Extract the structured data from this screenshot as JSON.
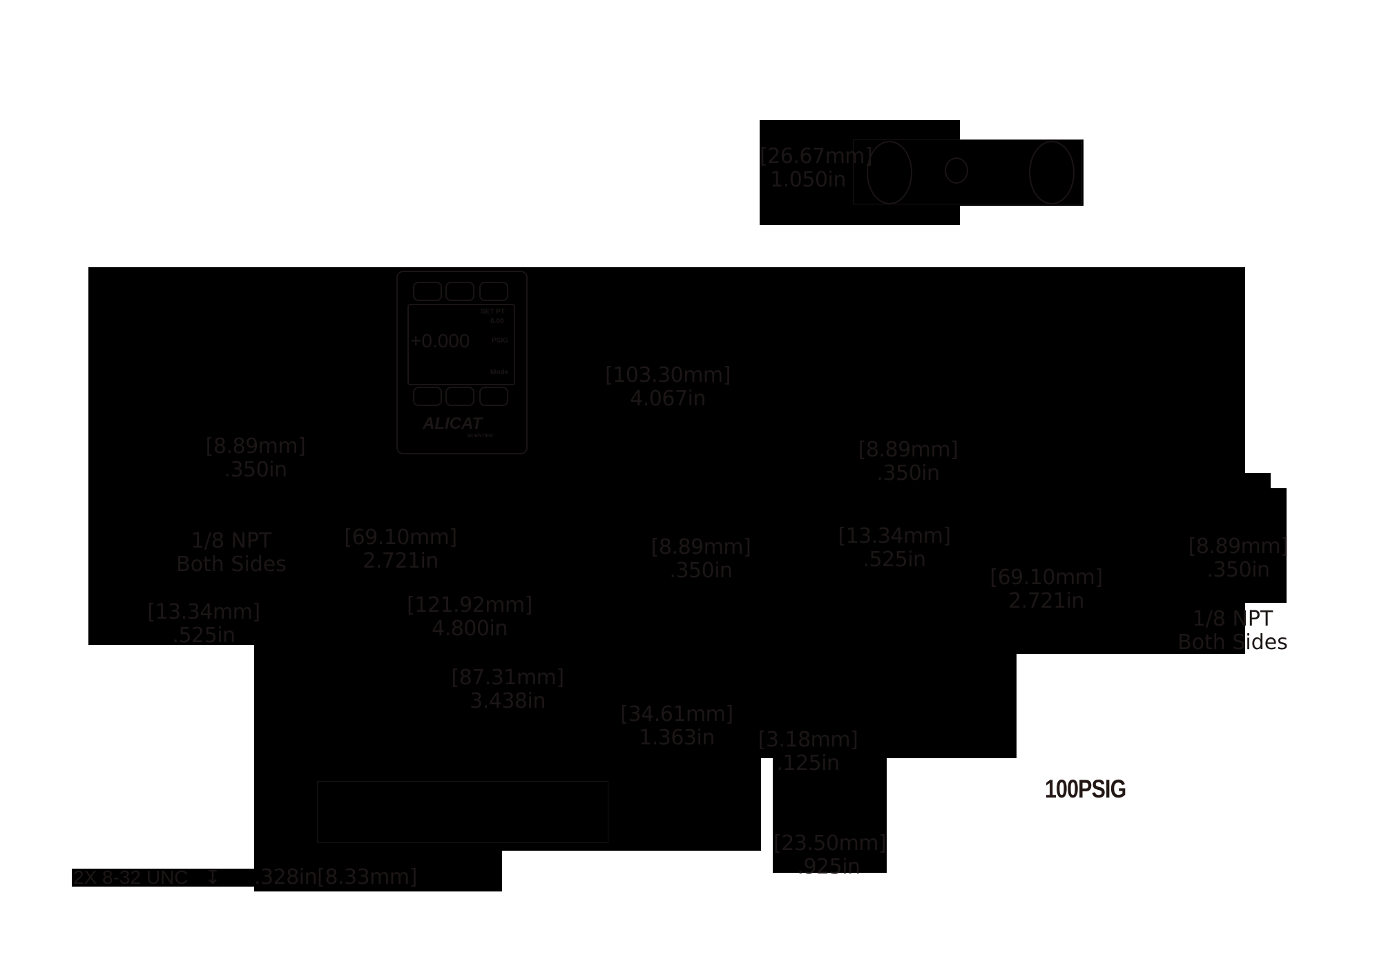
{
  "drawing": {
    "title": "Pressure controller dimensional drawing",
    "background_color": "#ffffff",
    "mask_color": "#000000",
    "line_color": "#1a1414"
  },
  "top_view": {
    "height_dim": {
      "mm": "[26.67mm]",
      "in": "1.050in"
    }
  },
  "front_view": {
    "display": {
      "reading": "+0.000",
      "setpoint_label": "SET PT",
      "setpoint_value": "0.00",
      "unit": "PSIG",
      "mode_label": "Mode",
      "brand": "ALICAT",
      "brand_sub": "SCIENTIFIC"
    },
    "dims": {
      "height": {
        "mm": "[103.30mm]",
        "in": "4.067in"
      },
      "port_offset_left": {
        "mm": "[8.89mm]",
        "in": ".350in"
      },
      "port_offset_right": {
        "mm": "[8.89mm]",
        "in": ".350in"
      },
      "port_center": {
        "mm": "[69.10mm]",
        "in": "2.721in"
      },
      "overall_length": {
        "mm": "[121.92mm]",
        "in": "4.800in"
      }
    }
  },
  "side_view_left": {
    "port_label_line1": "1/8 NPT",
    "port_label_line2": "Both Sides",
    "depth_dim": {
      "mm": "[13.34mm]",
      "in": ".525in"
    }
  },
  "rear_view": {
    "dims": {
      "port_offset": {
        "mm": "[8.89mm]",
        "in": ".350in"
      },
      "depth": {
        "mm": "[13.34mm]",
        "in": ".525in"
      },
      "port_center": {
        "mm": "[69.10mm]",
        "in": "2.721in"
      },
      "port_offset_right": {
        "mm": "[8.89mm]",
        "in": ".350in"
      }
    },
    "port_label_line1": "1/8 NPT",
    "port_label_line2": "Both Sides"
  },
  "bottom_view": {
    "dims": {
      "mount_spacing": {
        "mm": "[87.31mm]",
        "in": "3.438in"
      },
      "mount_offset": {
        "mm": "[34.61mm]",
        "in": "1.363in"
      },
      "edge_offset": {
        "mm": "[3.18mm]",
        "in": ".125in"
      },
      "width": {
        "mm": "[23.50mm]",
        "in": ".925in"
      }
    },
    "thread_callout": {
      "prefix": "2X 8-32 UNC",
      "depth_symbol": "↧",
      "depth_in": ".328in",
      "depth_mm": "[8.33mm]"
    }
  },
  "range_label": "100PSIG"
}
